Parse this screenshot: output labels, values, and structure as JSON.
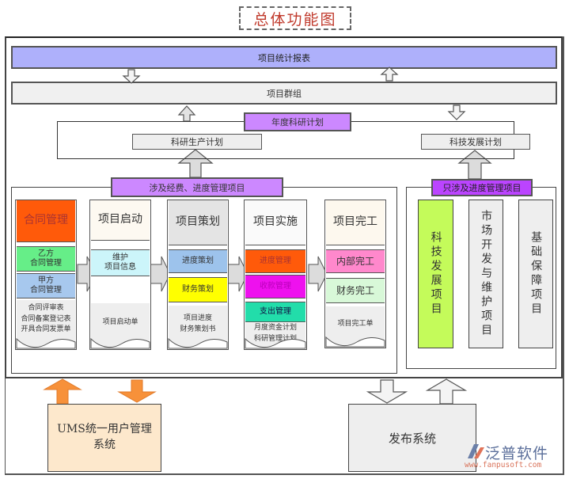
{
  "title": "总体功能图",
  "top_bars": {
    "stats_report": "项目统计报表",
    "project_group": "项目群组"
  },
  "plans": {
    "annual": "年度科研计划",
    "research_production": "科研生产计划",
    "tech_development": "科技发展计划"
  },
  "left_section": {
    "tag": "涉及经费、进度管理项目",
    "columns": [
      {
        "header": "合同管理",
        "header_color": "#ff5a0a",
        "items": [
          {
            "label": "乙方\n合同管理",
            "color": "#66ee88"
          },
          {
            "label": "甲方\n合同管理",
            "color": "#a7c8ee"
          }
        ],
        "document": "合同评审表\n合同备案登记表\n开具合同发票单"
      },
      {
        "header": "项目启动",
        "header_color": "#fdf9f1",
        "items": [
          {
            "label": "维护\n项目信息",
            "color": "#ccf5fa"
          }
        ],
        "document": "项目启动单"
      },
      {
        "header": "项目策划",
        "header_color": "#e4e4e4",
        "items": [
          {
            "label": "进度策划",
            "color": "#9dc3ec"
          },
          {
            "label": "财务策划",
            "color": "#ffff00"
          }
        ],
        "document": "项目进度\n财务策划书"
      },
      {
        "header": "项目实施",
        "header_color": "#fafafa",
        "items": [
          {
            "label": "进度管理",
            "color": "#ff5a0a"
          },
          {
            "label": "收款管理",
            "color": "#ee11ee"
          },
          {
            "label": "支出管理",
            "color": "#22ddaa"
          }
        ],
        "document": "月度资金计划\n科研管理计划"
      },
      {
        "header": "项目完工",
        "header_color": "#fdf8ee",
        "items": [
          {
            "label": "内部完工",
            "color": "#ff88cc"
          },
          {
            "label": "财务完工",
            "color": "#d8f8d8"
          }
        ],
        "document": "项目完工单"
      }
    ]
  },
  "right_section": {
    "tag": "只涉及进度管理项目",
    "columns": [
      {
        "label": "科技发展项目",
        "color": "#c4fb5a"
      },
      {
        "label": "市场开发与维护项目",
        "color": "#eeeeee"
      },
      {
        "label": "基础保障项目",
        "color": "#eeeeee"
      }
    ]
  },
  "systems": {
    "ums": "UMS统一用户管理\n系统",
    "publish": "发布系统"
  },
  "logo": {
    "name": "泛普软件",
    "url": "www.fanpusoft.com"
  },
  "colors": {
    "stats_bar": "#aeb0fb",
    "tag_purple": "#cc88ff",
    "tag_violet": "#bb44ff",
    "orange_arrow": "#f7913a",
    "gray_arrow": "#e2e2e2"
  }
}
